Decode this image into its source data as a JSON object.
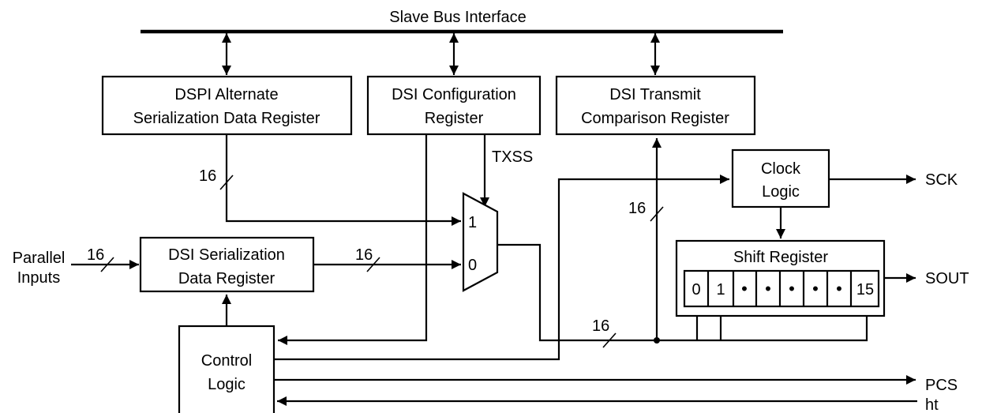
{
  "bus": {
    "label": "Slave Bus Interface"
  },
  "blocks": {
    "alt": [
      "DSPI Alternate",
      "Serialization Data Register"
    ],
    "config": [
      "DSI Configuration",
      "Register"
    ],
    "transmit": [
      "DSI Transmit",
      "Comparison Register"
    ],
    "clock": [
      "Clock",
      "Logic"
    ],
    "serial": [
      "DSI Serialization",
      "Data Register"
    ],
    "control": [
      "Control",
      "Logic"
    ],
    "shift": "Shift Register"
  },
  "shift_cells": [
    "0",
    "1",
    "•",
    "•",
    "•",
    "•",
    "•",
    "15"
  ],
  "mux_inputs": [
    "1",
    "0"
  ],
  "signals": {
    "txss": "TXSS",
    "sck": "SCK",
    "sout": "SOUT",
    "pcs": "PCS",
    "ht": "ht",
    "parallel": [
      "Parallel",
      "Inputs"
    ]
  },
  "widths": {
    "alt_out": "16",
    "parallel_in": "16",
    "serial_out": "16",
    "tcr_in": "16",
    "bottom": "16"
  }
}
